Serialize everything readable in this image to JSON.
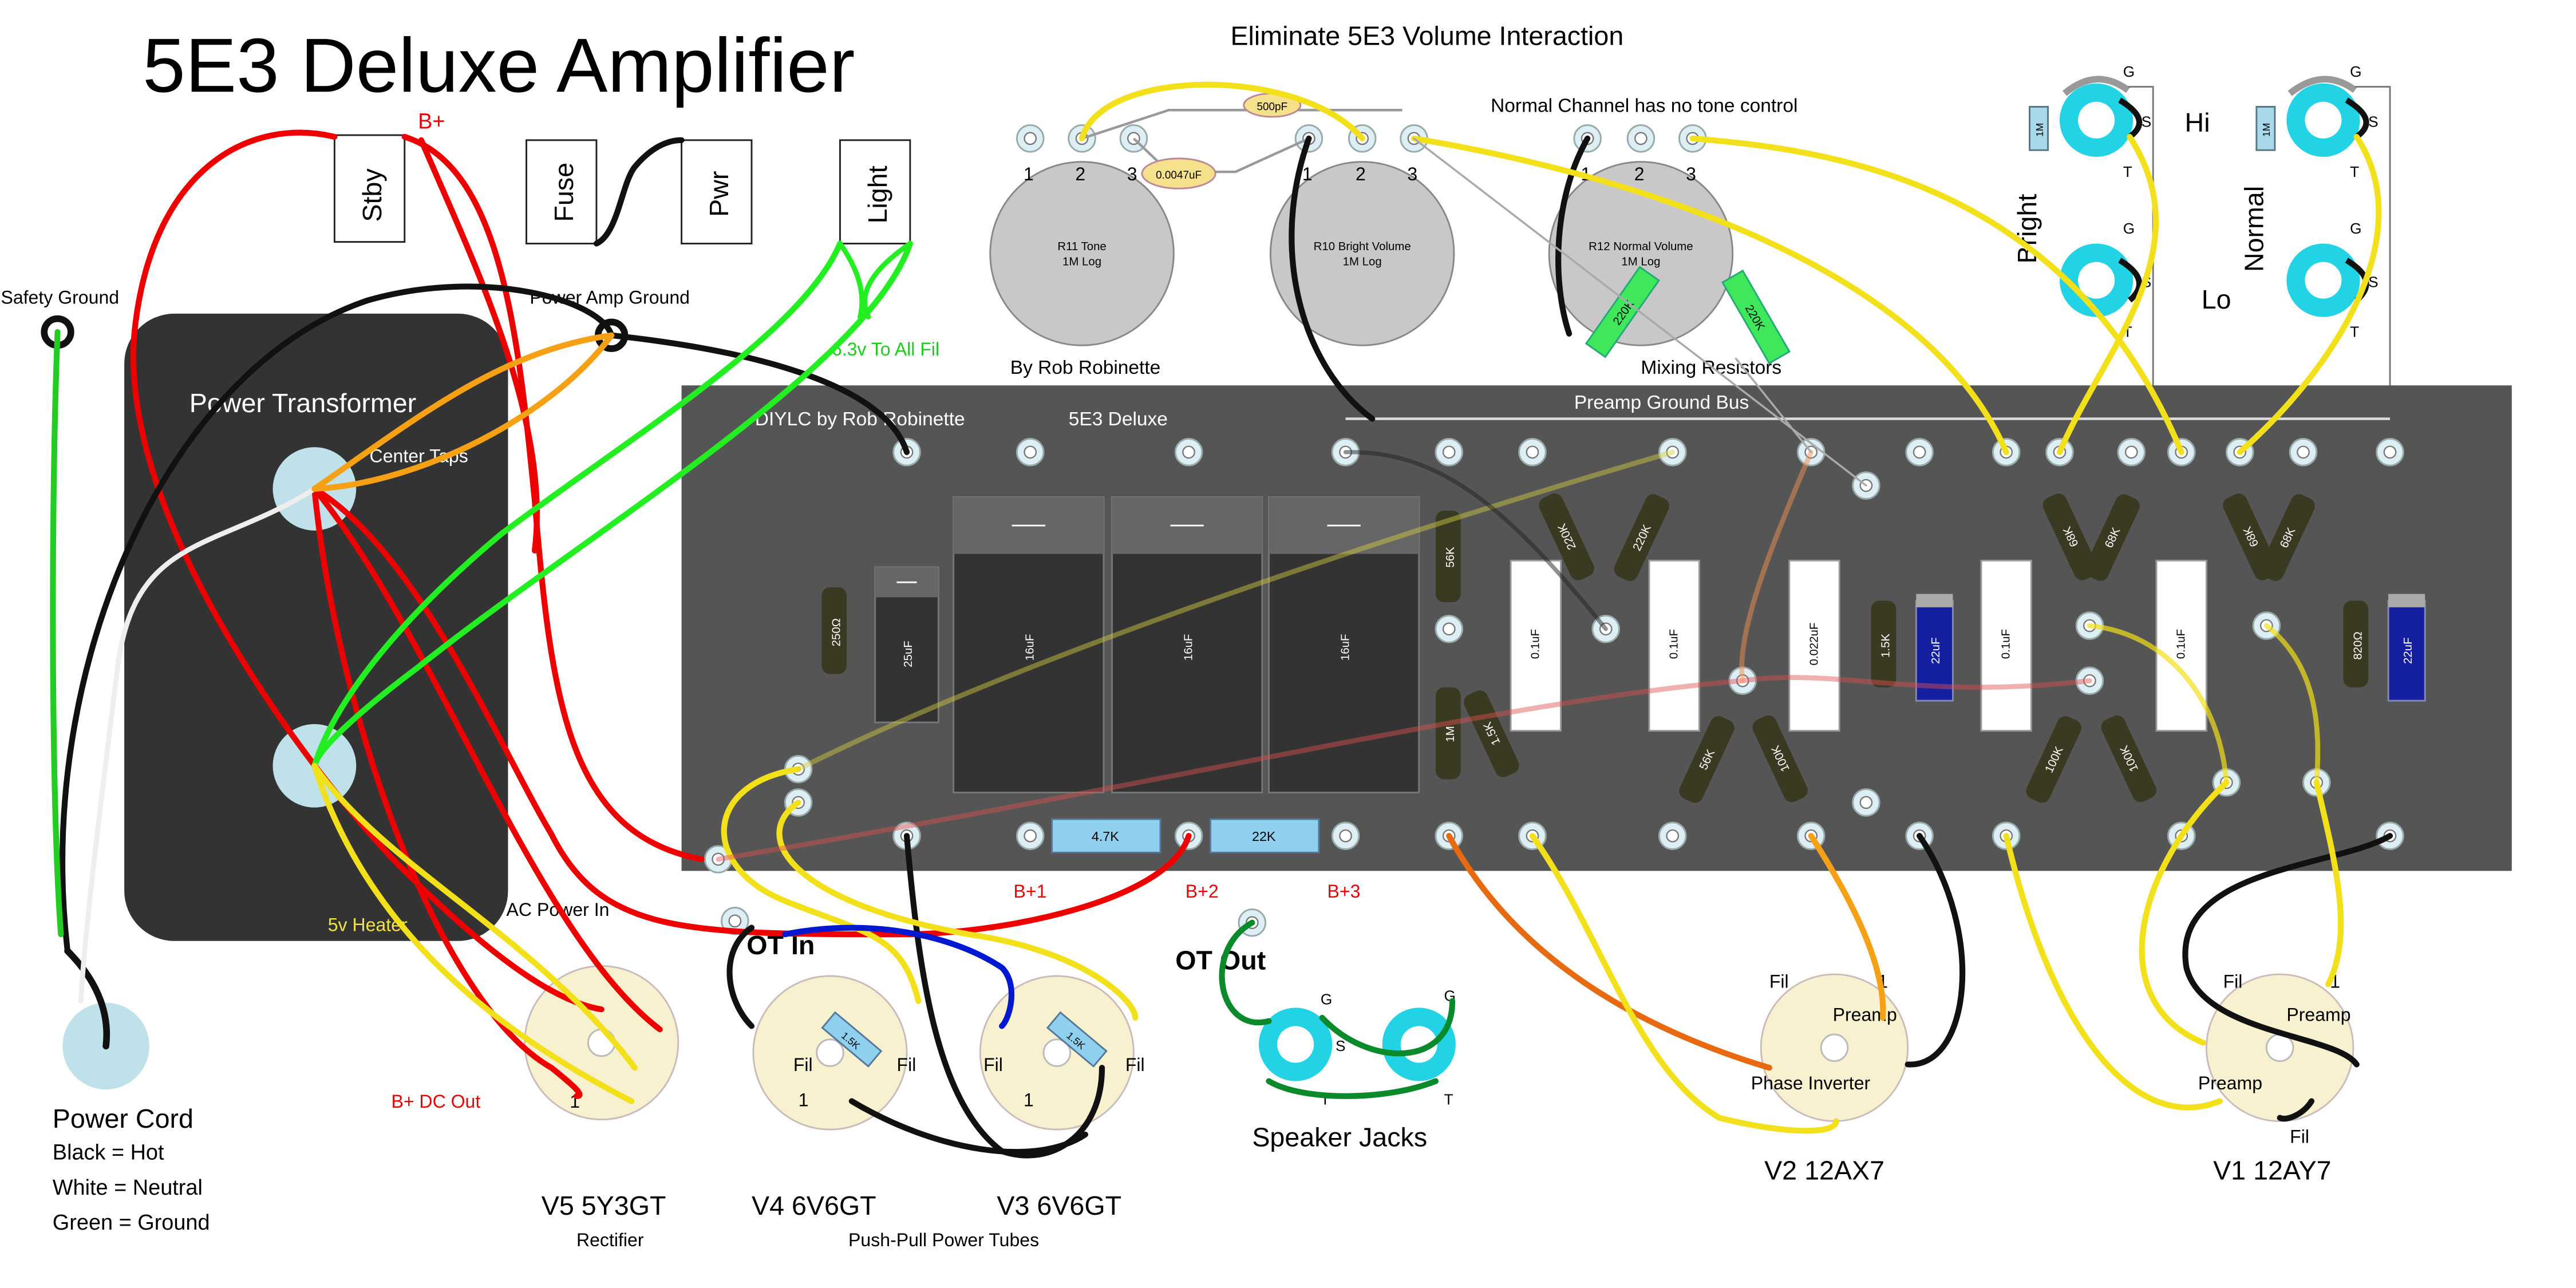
{
  "title": "5E3 Deluxe Amplifier",
  "subtitle": "Eliminate 5E3 Volume Interaction",
  "normal_note": "Normal Channel has no tone control",
  "credit_top": "By Rob Robinette",
  "credit_board": "DIYLC by Rob Robinette",
  "board_name": "5E3 Deluxe",
  "ground_bus": "Preamp Ground Bus",
  "mixing_resistors": "Mixing Resistors",
  "switches": {
    "stby": "Stby",
    "fuse": "Fuse",
    "pwr": "Pwr",
    "light": "Light"
  },
  "labels": {
    "b_plus": "B+",
    "safety_ground": "Safety Ground",
    "power_amp_ground": "Power Amp Ground",
    "power_transformer": "Power Transformer",
    "center_taps": "Center Taps",
    "fil": "6.3v To All Fil",
    "heater": "5v Heater",
    "ac_power_in": "AC Power In",
    "b_dc_out": "B+ DC Out",
    "b1": "B+1",
    "b2": "B+2",
    "b3": "B+3",
    "ot_in": "OT In",
    "ot_out": "OT Out",
    "speaker_jacks": "Speaker Jacks",
    "push_pull": "Push-Pull Power Tubes",
    "rectifier": "Rectifier",
    "power_cord": "Power Cord",
    "black": "Black = Hot",
    "white": "White = Neutral",
    "green": "Green = Ground",
    "bright": "Bright",
    "normal": "Normal",
    "hi": "Hi",
    "lo": "Lo",
    "preamp": "Preamp",
    "phase_inverter": "Phase Inverter",
    "fil_short": "Fil",
    "one": "1",
    "two": "2",
    "three": "3",
    "g": "G",
    "s": "S",
    "t": "T"
  },
  "tubes": {
    "v5": "V5  5Y3GT",
    "v4": "V4  6V6GT",
    "v3": "V3  6V6GT",
    "v2": "V2  12AX7",
    "v1": "V1  12AY7"
  },
  "pots": {
    "tone": {
      "name": "R11 Tone",
      "value": "1M Log"
    },
    "bright": {
      "name": "R10 Bright Volume",
      "value": "1M Log"
    },
    "normal": {
      "name": "R12 Normal Volume",
      "value": "1M Log"
    }
  },
  "caps": {
    "c500": "500pF",
    "c0047": "0.0047uF",
    "c25": "25uF",
    "c16a": "16uF",
    "c16b": "16uF",
    "c16c": "16uF",
    "c01a": "0.1uF",
    "c01b": "0.1uF",
    "c022": "0.022uF",
    "c22a": "22uF",
    "c01c": "0.1uF",
    "c01d": "0.1uF",
    "c22b": "22uF"
  },
  "resistors": {
    "r250": "250Ω",
    "r47k": "4.7K",
    "r22k": "22K",
    "r56k": "56K",
    "r1m": "1M",
    "r15k": "1.5K",
    "r220a": "220K",
    "r220b": "220K",
    "r56kb": "56K",
    "r100k": "100K",
    "r15kb": "1.5K",
    "r68a": "68K",
    "r68b": "68K",
    "r100ka": "100K",
    "r100kb": "100K",
    "r68c": "68K",
    "r68d": "68K",
    "r820": "820Ω",
    "r15k_tube": "1.5K",
    "r1m_jack": "1M",
    "r220_mix1": "220K",
    "r220_mix2": "220K"
  }
}
